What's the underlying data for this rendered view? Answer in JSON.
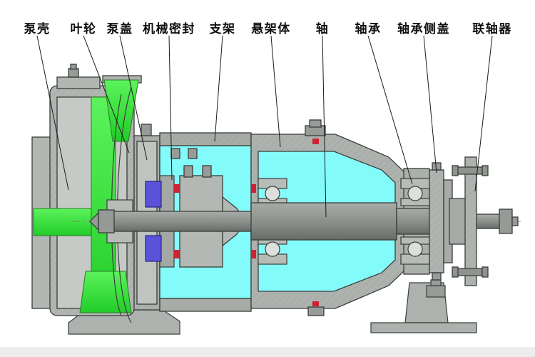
{
  "diagram": {
    "title_implicit": "centrifugal pump cross-section",
    "labels": [
      {
        "id": "pump-casing",
        "text": "泵壳"
      },
      {
        "id": "impeller",
        "text": "叶轮"
      },
      {
        "id": "pump-cover",
        "text": "泵盖"
      },
      {
        "id": "mechanical-seal",
        "text": "机械密封"
      },
      {
        "id": "bracket",
        "text": "支架"
      },
      {
        "id": "suspension-body",
        "text": "悬架体"
      },
      {
        "id": "shaft",
        "text": "轴"
      },
      {
        "id": "bearing",
        "text": "轴承"
      },
      {
        "id": "bearing-side-cover",
        "text": "轴承侧盖"
      },
      {
        "id": "coupling",
        "text": "联轴器"
      }
    ],
    "colors": {
      "flow_green": "#35e83a",
      "interior_cyan": "#84fbfb",
      "metal_light": "#c6cac6",
      "metal_mid": "#b0b4b0",
      "metal_dark": "#8a8e8a",
      "outline": "#3a3e3a",
      "seal_purple": "#5a52d8",
      "accent_red": "#cc2233",
      "background": "#ffffff"
    }
  }
}
